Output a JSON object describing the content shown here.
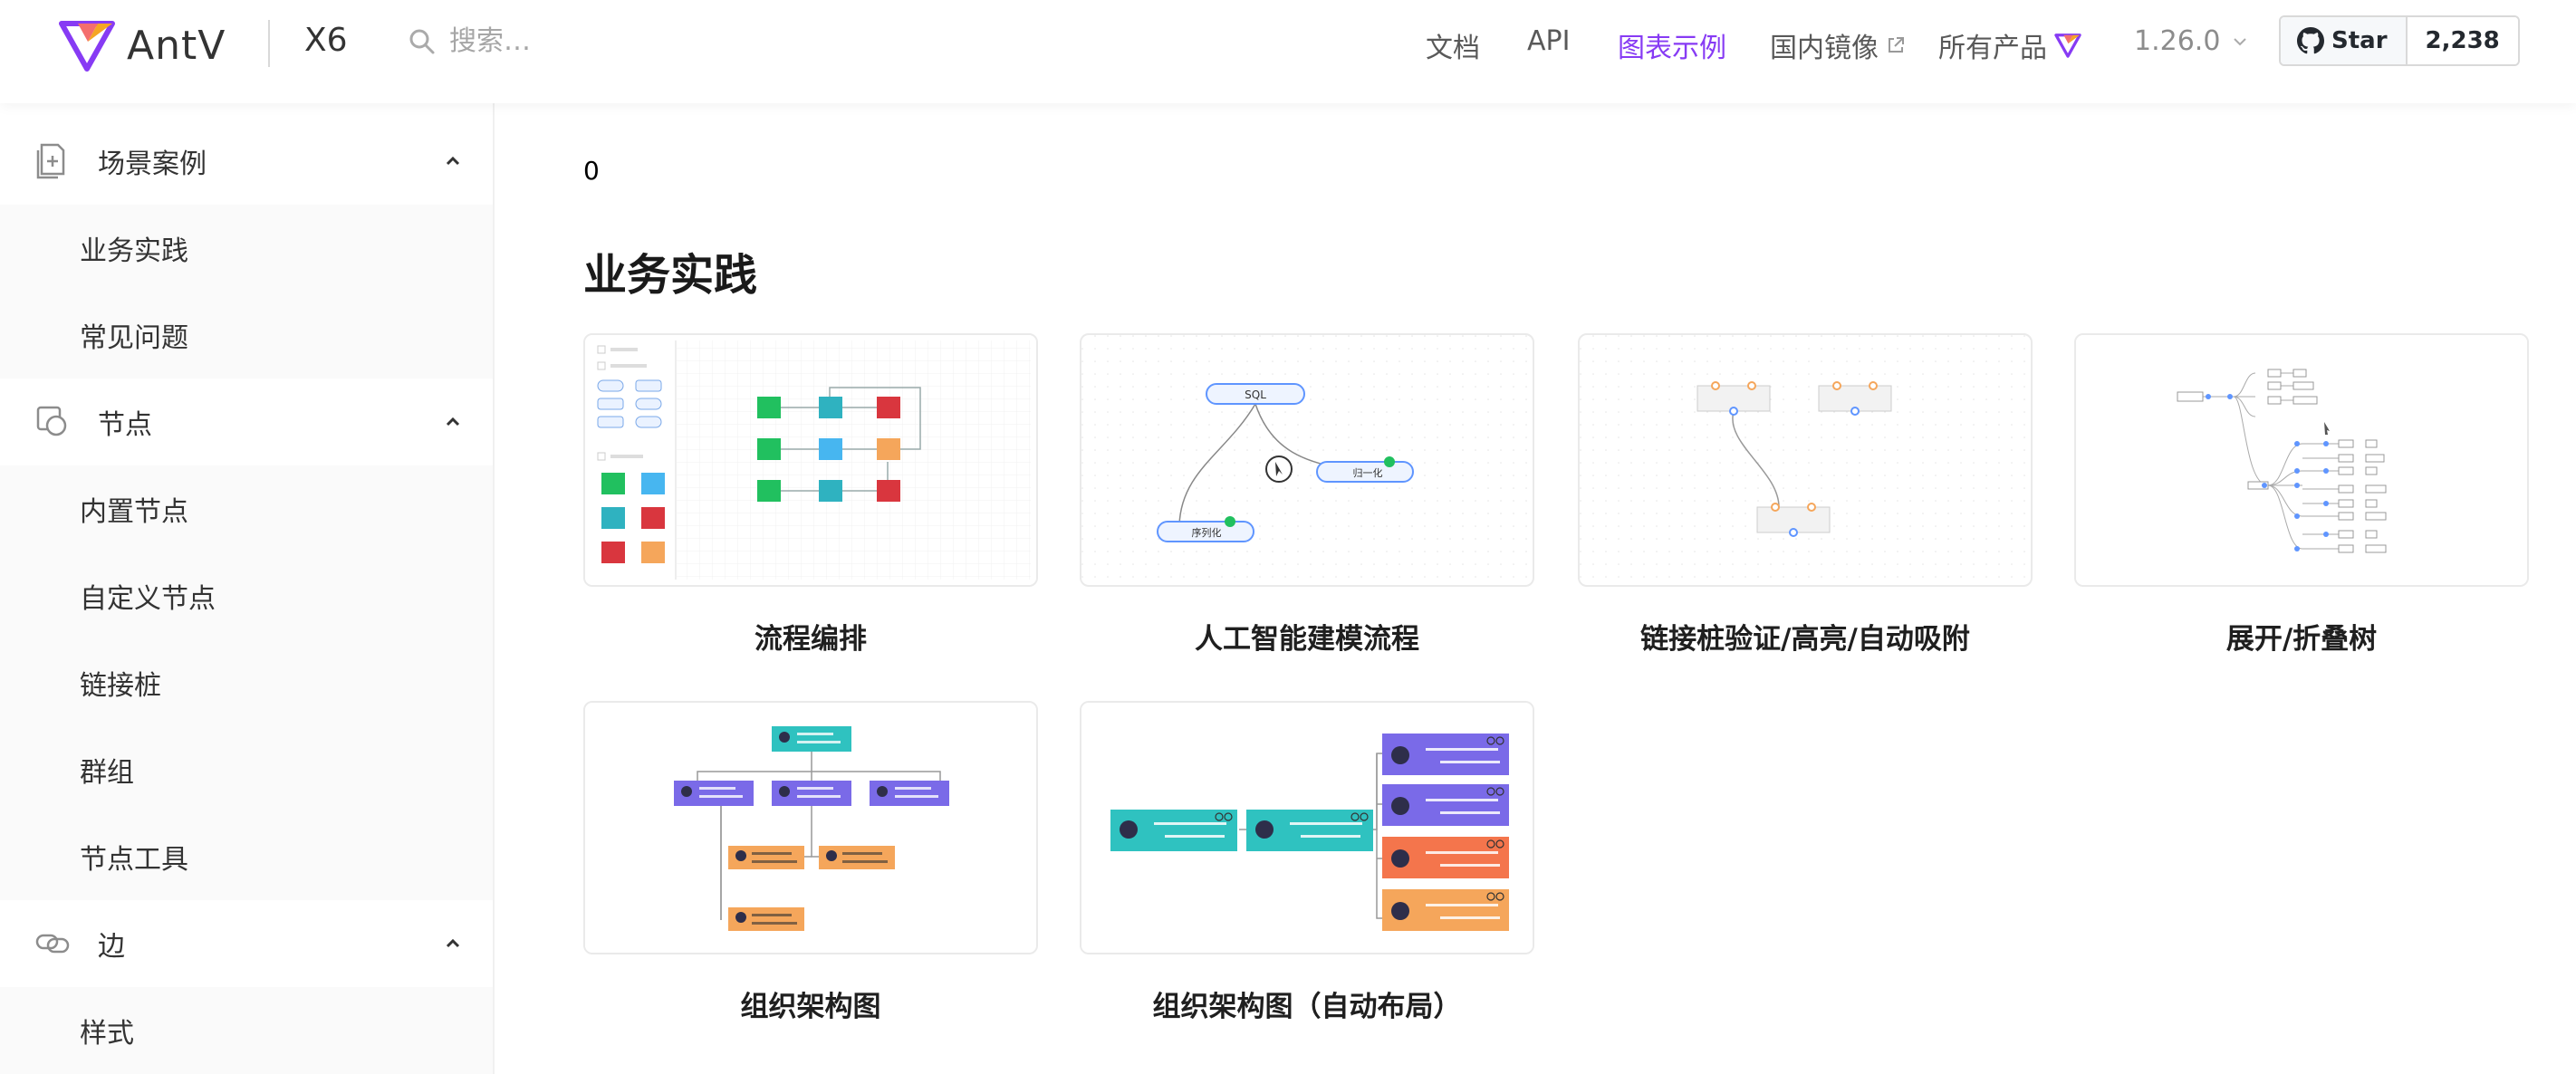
{
  "header": {
    "logo_text": "AntV",
    "product": "X6",
    "search_placeholder": "搜索…",
    "nav": [
      {
        "label": "文档"
      },
      {
        "label": "API"
      },
      {
        "label": "图表示例"
      },
      {
        "label": "国内镜像"
      },
      {
        "label": "所有产品"
      },
      {
        "label": "1.26.0"
      }
    ],
    "github": {
      "star_label": "Star",
      "count": "2,238"
    }
  },
  "sidebar": {
    "groups": [
      {
        "label": "场景案例",
        "items": [
          "业务实践",
          "常见问题"
        ]
      },
      {
        "label": "节点",
        "items": [
          "内置节点",
          "自定义节点",
          "链接桩",
          "群组",
          "节点工具"
        ]
      },
      {
        "label": "边",
        "items": [
          "样式"
        ]
      }
    ]
  },
  "main": {
    "counter": "0",
    "section_title": "业务实践",
    "cards": [
      {
        "title": "流程编排"
      },
      {
        "title": "人工智能建模流程"
      },
      {
        "title": "链接桩验证/高亮/自动吸附"
      },
      {
        "title": "展开/折叠树"
      },
      {
        "title": "组织架构图"
      },
      {
        "title": "组织架构图（自动布局）"
      }
    ]
  },
  "thumbnails": {
    "ai_flow": {
      "n1": "SQL",
      "n2": "归一化",
      "n3": "序列化"
    }
  },
  "colors": {
    "accent": "#873bf4",
    "green": "#21c05f",
    "teal": "#2fc2c0",
    "violet": "#7a6ae8",
    "orange": "#f5a65b",
    "red": "#d9363e",
    "coral": "#f4754c"
  }
}
